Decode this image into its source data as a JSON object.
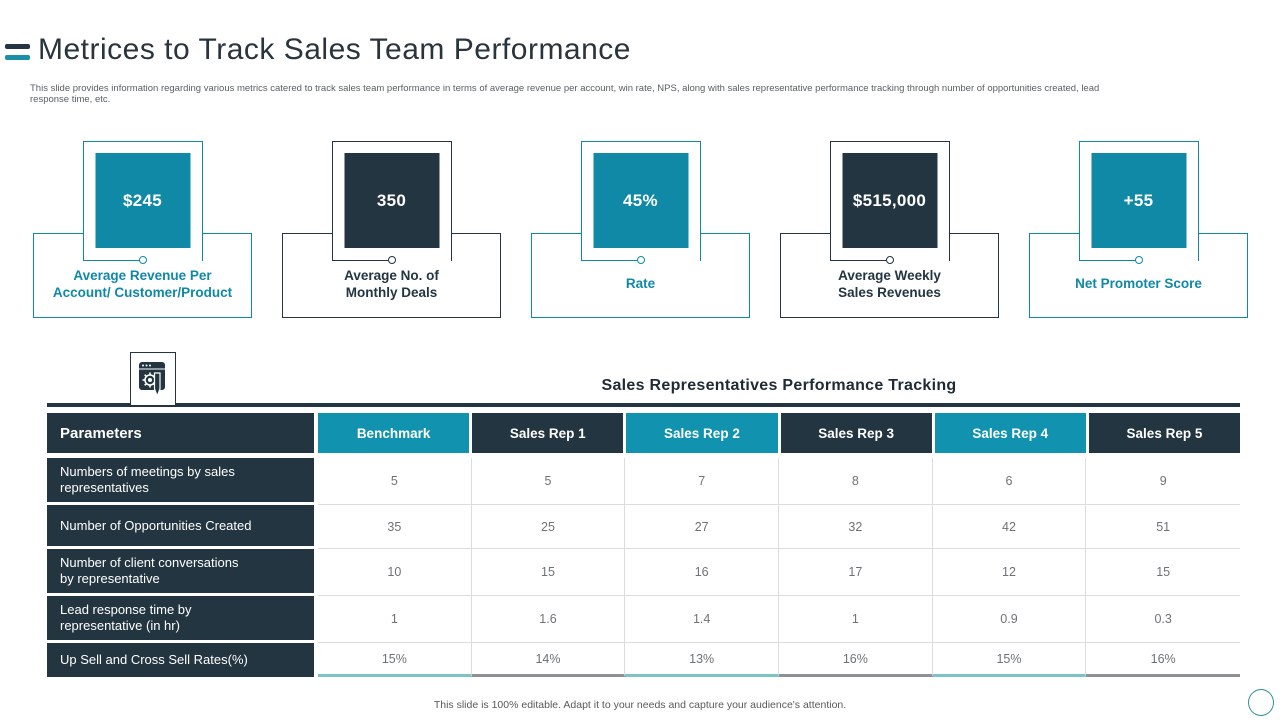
{
  "slide": {
    "title": "Metrices to Track Sales Team Performance",
    "subtitle": "This slide provides information regarding various metrics catered to track sales team performance in terms of average revenue per account, win rate, NPS,  along with sales representative performance tracking through number of opportunities created, lead\nresponse time, etc.",
    "footer_note": "This slide is 100% editable.  Adapt it to your needs and capture your audience's attention."
  },
  "kpi_cards": [
    {
      "value": "$245",
      "label": "Average Revenue Per\nAccount/  Customer/Product",
      "theme": "teal"
    },
    {
      "value": "350",
      "label": "Average No. of\nMonthly Deals",
      "theme": "dark"
    },
    {
      "value": "45%",
      "label": "Rate",
      "theme": "teal"
    },
    {
      "value": "$515,000",
      "label": "Average Weekly\nSales Revenues",
      "theme": "dark"
    },
    {
      "value": "+55",
      "label": "Net Promoter Score",
      "theme": "teal"
    }
  ],
  "table": {
    "title": "Sales Representatives Performance Tracking",
    "param_header": "Parameters",
    "columns": [
      "Benchmark",
      "Sales Rep 1",
      "Sales Rep 2",
      "Sales Rep 3",
      "Sales Rep 4",
      "Sales Rep 5"
    ],
    "rows": [
      {
        "label": "Numbers of meetings by sales\nrepresentatives",
        "values": [
          "5",
          "5",
          "7",
          "8",
          "6",
          "9"
        ]
      },
      {
        "label": "Number of Opportunities Created",
        "values": [
          "35",
          "25",
          "27",
          "32",
          "42",
          "51"
        ]
      },
      {
        "label": "Number of client conversations\nby representative",
        "values": [
          "10",
          "15",
          "16",
          "17",
          "12",
          "15"
        ]
      },
      {
        "label": "Lead response time by\nrepresentative (in hr)",
        "values": [
          "1",
          "1.6",
          "1.4",
          "1",
          "0.9",
          "0.3"
        ]
      },
      {
        "label": "Up Sell and Cross Sell Rates(%)",
        "values": [
          "15%",
          "14%",
          "13%",
          "16%",
          "15%",
          "16%"
        ]
      }
    ]
  },
  "icons": {
    "title_accent": "double-dash-icon",
    "table_icon": "window-gear-pencil-icon",
    "footer_mark": "circle-outline-icon"
  },
  "colors": {
    "teal": "#0f89a6",
    "header_teal": "#1193af",
    "dark_navy": "#233541",
    "bottom_border_teal": "#7cc4c4",
    "bottom_border_gray": "#8f9294",
    "grid_line": "#d9dce0",
    "data_text": "#6e7276"
  }
}
